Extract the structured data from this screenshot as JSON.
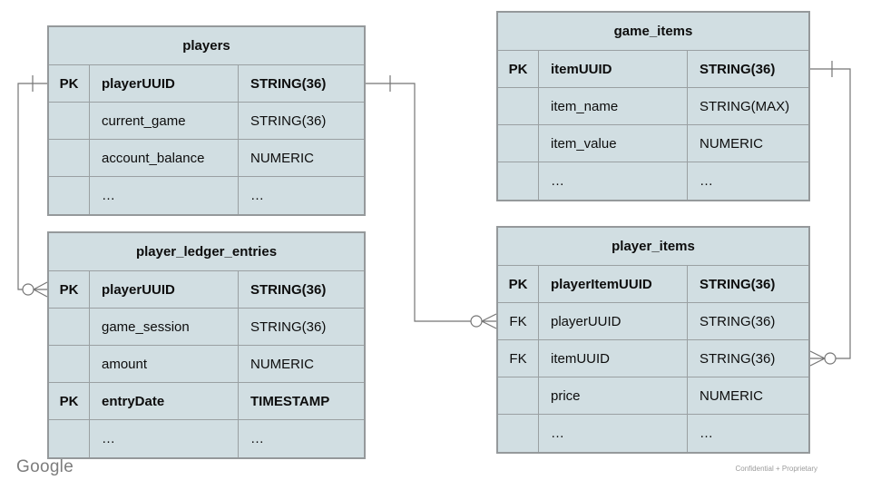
{
  "footer": {
    "brand": "Google",
    "watermark": "Confidential + Proprietary"
  },
  "colors": {
    "table_fill": "#d1dee2",
    "table_border": "#95999b",
    "grid_line": "#9aa0a2",
    "relationship_line": "#757575",
    "text": "#0d0d0d",
    "footer_text": "#7d7d7d"
  },
  "tables": [
    {
      "name": "players",
      "title": "players",
      "rows": [
        {
          "key": "PK",
          "field": "playerUUID",
          "type": "STRING(36)"
        },
        {
          "key": "",
          "field": "current_game",
          "type": "STRING(36)"
        },
        {
          "key": "",
          "field": "account_balance",
          "type": "NUMERIC"
        },
        {
          "key": "",
          "field": "…",
          "type": "…"
        }
      ]
    },
    {
      "name": "game_items",
      "title": "game_items",
      "rows": [
        {
          "key": "PK",
          "field": "itemUUID",
          "type": "STRING(36)"
        },
        {
          "key": "",
          "field": "item_name",
          "type": "STRING(MAX)"
        },
        {
          "key": "",
          "field": "item_value",
          "type": "NUMERIC"
        },
        {
          "key": "",
          "field": "…",
          "type": "…"
        }
      ]
    },
    {
      "name": "player_ledger_entries",
      "title": "player_ledger_entries",
      "rows": [
        {
          "key": "PK",
          "field": "playerUUID",
          "type": "STRING(36)"
        },
        {
          "key": "",
          "field": "game_session",
          "type": "STRING(36)"
        },
        {
          "key": "",
          "field": "amount",
          "type": "NUMERIC"
        },
        {
          "key": "PK",
          "field": "entryDate",
          "type": "TIMESTAMP"
        },
        {
          "key": "",
          "field": "…",
          "type": "…"
        }
      ]
    },
    {
      "name": "player_items",
      "title": "player_items",
      "rows": [
        {
          "key": "PK",
          "field": "playerItemUUID",
          "type": "STRING(36)"
        },
        {
          "key": "FK",
          "field": "playerUUID",
          "type": "STRING(36)"
        },
        {
          "key": "FK",
          "field": "itemUUID",
          "type": "STRING(36)"
        },
        {
          "key": "",
          "field": "price",
          "type": "NUMERIC"
        },
        {
          "key": "",
          "field": "…",
          "type": "…"
        }
      ]
    }
  ],
  "relationships": [
    {
      "from": "players.playerUUID",
      "to": "player_ledger_entries.playerUUID",
      "from_cardinality": "one",
      "to_cardinality": "zero-or-many"
    },
    {
      "from": "players.playerUUID",
      "to": "player_items.playerUUID",
      "from_cardinality": "one",
      "to_cardinality": "zero-or-many"
    },
    {
      "from": "game_items.itemUUID",
      "to": "player_items.itemUUID",
      "from_cardinality": "one",
      "to_cardinality": "zero-or-many"
    }
  ]
}
